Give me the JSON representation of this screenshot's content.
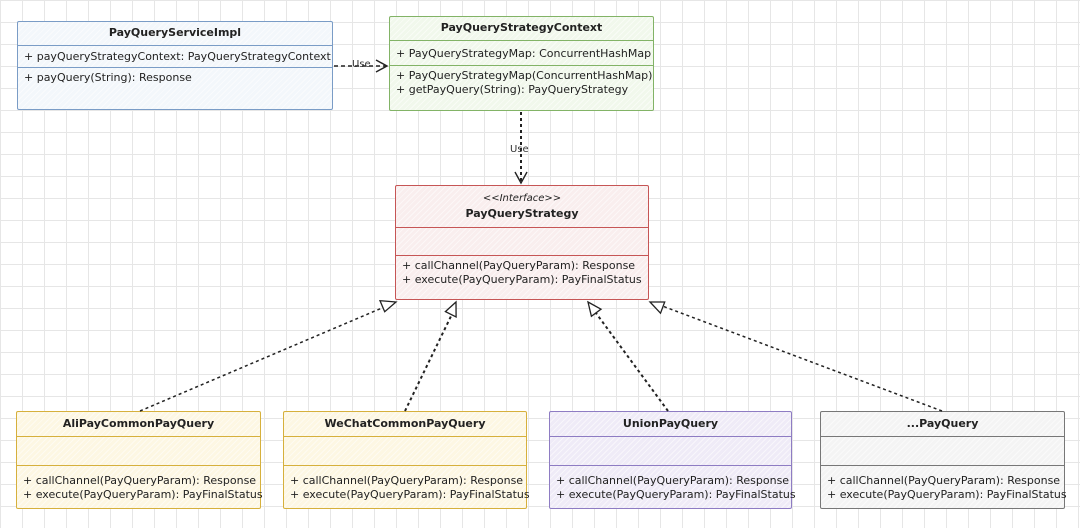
{
  "classes": {
    "service": {
      "name": "PayQueryServiceImpl",
      "attributes": [
        "+ payQueryStrategyContext: PayQueryStrategyContext"
      ],
      "operations": [
        "+ payQuery(String): Response"
      ]
    },
    "context": {
      "name": "PayQueryStrategyContext",
      "attributes": [
        "+ PayQueryStrategyMap:  ConcurrentHashMap"
      ],
      "operations": [
        "+ PayQueryStrategyMap(ConcurrentHashMap)",
        "+ getPayQuery(String): PayQueryStrategy"
      ]
    },
    "strategy": {
      "stereotype": "<<Interface>>",
      "name": "PayQueryStrategy",
      "operations": [
        "+ callChannel(PayQueryParam): Response",
        "+ execute(PayQueryParam): PayFinalStatus"
      ]
    },
    "ali": {
      "name": "AliPayCommonPayQuery",
      "operations": [
        "+ callChannel(PayQueryParam): Response",
        "+ execute(PayQueryParam): PayFinalStatus"
      ]
    },
    "wechat": {
      "name": "WeChatCommonPayQuery",
      "operations": [
        "+ callChannel(PayQueryParam): Response",
        "+ execute(PayQueryParam): PayFinalStatus"
      ]
    },
    "union": {
      "name": "UnionPayQuery",
      "operations": [
        "+ callChannel(PayQueryParam): Response",
        "+ execute(PayQueryParam): PayFinalStatus"
      ]
    },
    "more": {
      "name": "...PayQuery",
      "operations": [
        "+ callChannel(PayQueryParam): Response",
        "+ execute(PayQueryParam): PayFinalStatus"
      ]
    }
  },
  "relations": {
    "use_label_1": "Use",
    "use_label_2": "Use"
  },
  "colors": {
    "service": "#7a9cc6",
    "context": "#82b366",
    "strategy": "#c65555",
    "ali": "#d6b03c",
    "wechat": "#d6b03c",
    "union": "#8e7cc3",
    "more": "#777777",
    "connector": "#222222"
  }
}
